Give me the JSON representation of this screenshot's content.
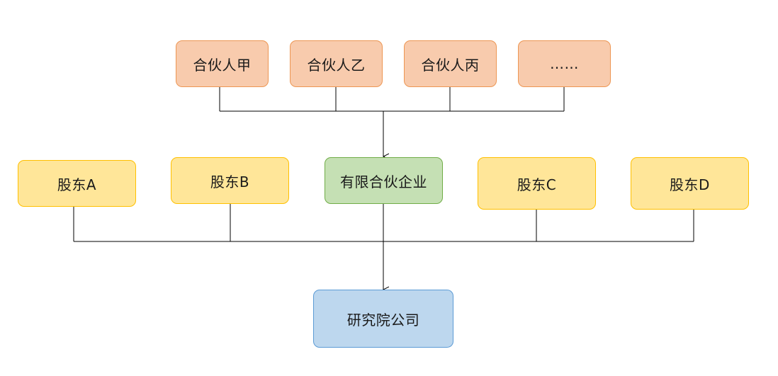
{
  "partners": [
    {
      "label": "合伙人甲"
    },
    {
      "label": "合伙人乙"
    },
    {
      "label": "合伙人丙"
    },
    {
      "label": "……"
    }
  ],
  "lp": {
    "label": "有限合伙企业"
  },
  "shareholders": [
    {
      "label": "股东A"
    },
    {
      "label": "股东B"
    },
    {
      "label": "股东C"
    },
    {
      "label": "股东D"
    }
  ],
  "institute": {
    "label": "研究院公司"
  },
  "colors": {
    "partner_fill": "#f8cbad",
    "partner_border": "#ed9653",
    "shareholder_fill": "#ffe699",
    "shareholder_border": "#ffc000",
    "lp_fill": "#c5e0b4",
    "lp_border": "#70ad47",
    "institute_fill": "#bdd7ee",
    "institute_border": "#5b9bd5",
    "connector": "#000000"
  }
}
